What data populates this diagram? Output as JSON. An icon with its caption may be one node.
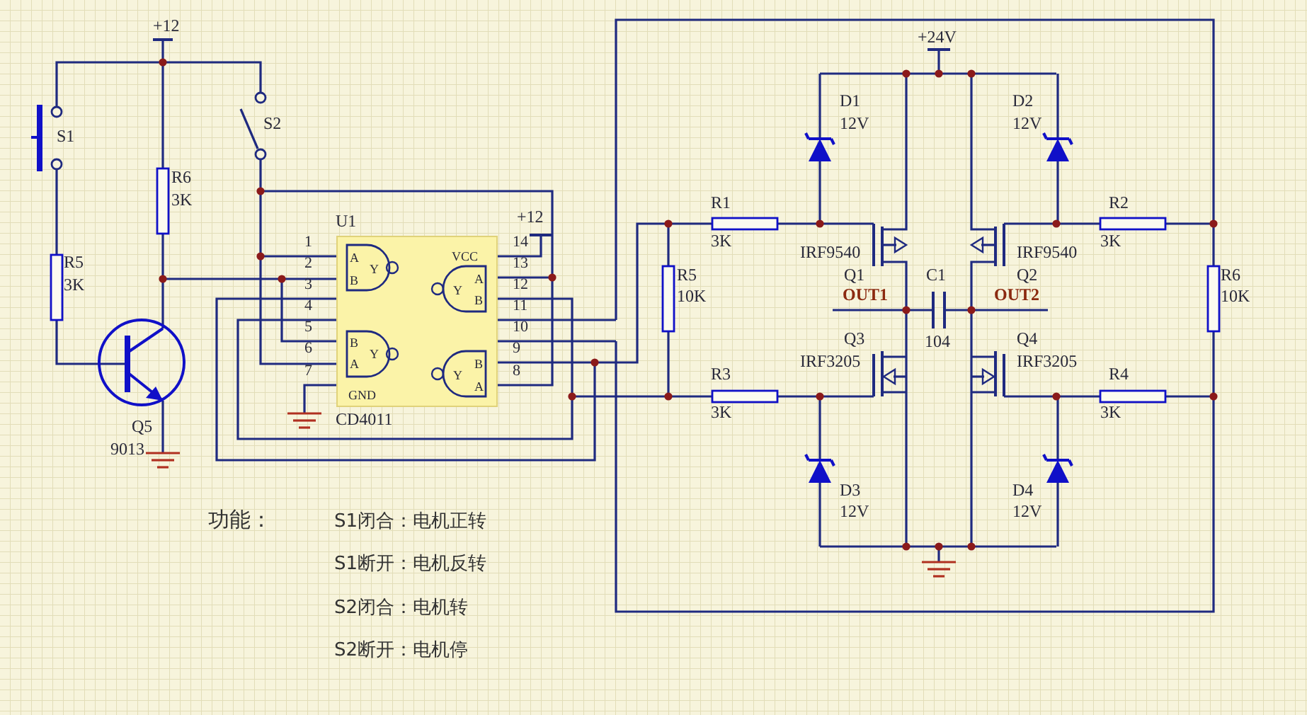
{
  "diagram": {
    "labels": [
      "+12",
      "S1",
      "S2",
      "R6",
      "3K",
      "R5",
      "3K",
      "Q5",
      "9013",
      "U1",
      "+12",
      "1",
      "2",
      "3",
      "4",
      "5",
      "6",
      "7",
      "14",
      "13",
      "12",
      "11",
      "10",
      "9",
      "8",
      "A",
      "Y",
      "B",
      "VCC",
      "A",
      "Y",
      "B",
      "B",
      "Y",
      "A",
      "B",
      "Y",
      "A",
      "GND",
      "CD4011",
      "+24V",
      "D1",
      "12V",
      "D2",
      "12V",
      "R1",
      "R2",
      "3K",
      "3K",
      "IRF9540",
      "IRF9540",
      "R5",
      "Q1",
      "C1",
      "Q2",
      "R6",
      "10K",
      "OUT1",
      "OUT2",
      "10K",
      "Q3",
      "104",
      "Q4",
      "IRF3205",
      "IRF3205",
      "R3",
      "R4",
      "3K",
      "3K",
      "D3",
      "D4",
      "12V",
      "12V",
      "功能：",
      "S1闭合：电机正转",
      "S1断开：电机反转",
      "S2闭合：电机转",
      "S2断开：电机停"
    ]
  }
}
